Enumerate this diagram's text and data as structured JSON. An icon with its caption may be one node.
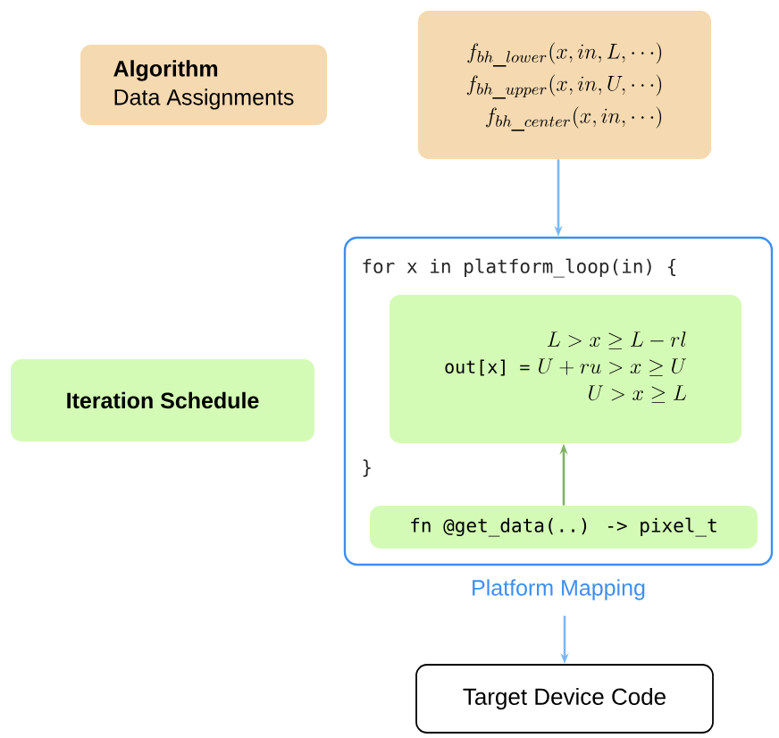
{
  "diagram": {
    "nodes": [
      {
        "text": [
          "Algorithm",
          "Data Assignments"
        ]
      },
      {
        "text": [
          "f_{bh\\_lower}(x, in, L, \\cdots)",
          "f_{bh\\_upper}(x, in, U, \\cdots)",
          "f_{bh\\_center}(x, in, \\cdots)"
        ]
      },
      {
        "text": [
          "for x in platform_loop(in) {",
          "}"
        ],
        "beside": [
          "Platform Mapping"
        ]
      },
      {
        "text": [
          "out[x] =",
          "L > x \\geq L - rl",
          "U + ru > x \\geq U",
          "U > x \\geq L"
        ],
        "in": 2
      },
      {
        "text": [
          "fn @get_data(..) -> pixel_t"
        ],
        "in": 2
      },
      {
        "text": [
          "Iteration Schedule"
        ]
      },
      {
        "text": [
          "Target Device Code"
        ]
      }
    ],
    "edges": [
      {
        "from": 1,
        "to": 2,
        "arrow": "to"
      },
      {
        "from": 4,
        "to": 3,
        "arrow": "to",
        "color": "#82b366"
      },
      {
        "from": 2,
        "to": 6,
        "arrow": "to"
      }
    ]
  }
}
